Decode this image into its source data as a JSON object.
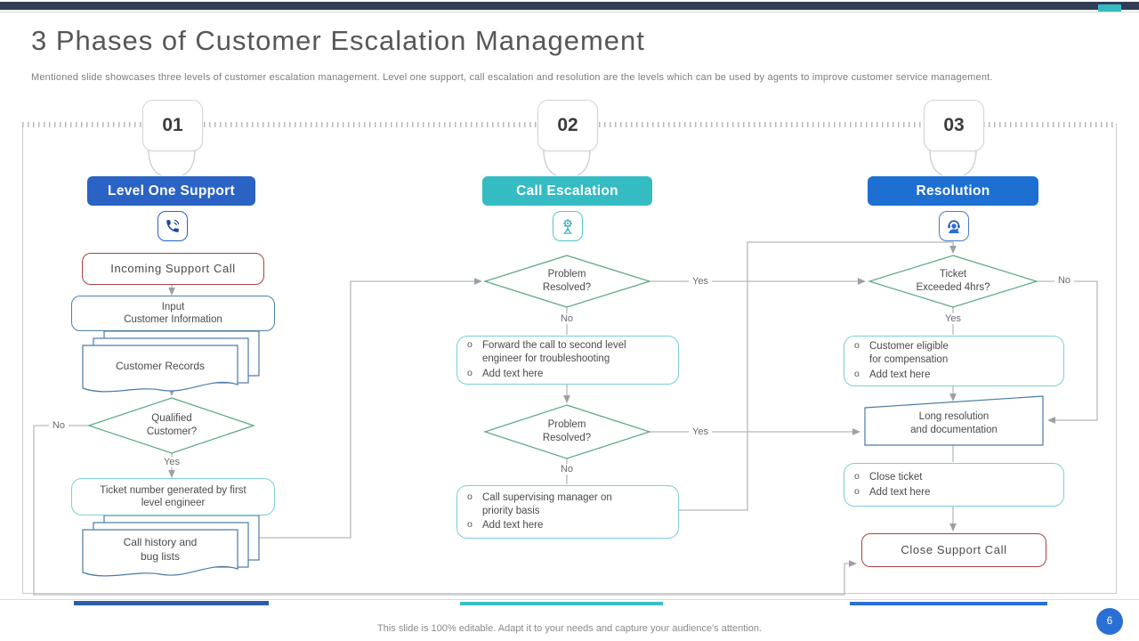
{
  "page": {
    "title": "3 Phases of Customer Escalation Management",
    "subtitle": "Mentioned slide showcases three levels of customer escalation management. Level one support, call escalation and resolution are the levels which can be used by agents to improve customer service management.",
    "footer": "This slide is 100% editable. Adapt it to your needs and capture your audience's attention.",
    "page_number": "6"
  },
  "columns": [
    {
      "number": "01",
      "label": "Level One Support",
      "icon": "phone-icon"
    },
    {
      "number": "02",
      "label": "Call Escalation",
      "icon": "agent-gear-icon"
    },
    {
      "number": "03",
      "label": "Resolution",
      "icon": "headset-agent-icon"
    }
  ],
  "labels": {
    "yes": "Yes",
    "no": "No",
    "incoming_support_call": "Incoming Support Call",
    "input_line1": "Input",
    "input_line2": "Customer Information",
    "customer_records": "Customer Records",
    "qualified_line1": "Qualified",
    "qualified_line2": "Customer?",
    "ticket_generated_line1": "Ticket number generated by first",
    "ticket_generated_line2": "level engineer",
    "call_history_line1": "Call history and",
    "call_history_line2": "bug lists",
    "problem_line1": "Problem",
    "problem_line2": "Resolved?",
    "exceeded_line1": "Ticket",
    "exceeded_line2": "Exceeded 4hrs?",
    "long_res_line1": "Long resolution",
    "long_res_line2": "and documentation",
    "close_support_call": "Close Support Call"
  },
  "bullets": {
    "forward": "Forward the call to second level\nengineer for troubleshooting",
    "add_text": "Add text here",
    "supervisor": "Call supervising manager on\npriority basis",
    "eligible": "Customer eligible\nfor compensation",
    "close_ticket": "Close ticket"
  },
  "colors": {
    "topbar": "#323c55",
    "header_blue_1": "#2b63c4",
    "header_teal": "#35bcc3",
    "header_blue_3": "#1e6fd2",
    "red_border": "#a94343",
    "teal_border": "#7ccfd6",
    "steel_blue_border": "#4a7aa8",
    "green_border": "#5aa880",
    "connector_gray": "#b5b9bd",
    "accent_blue": "#2a6fd4"
  }
}
